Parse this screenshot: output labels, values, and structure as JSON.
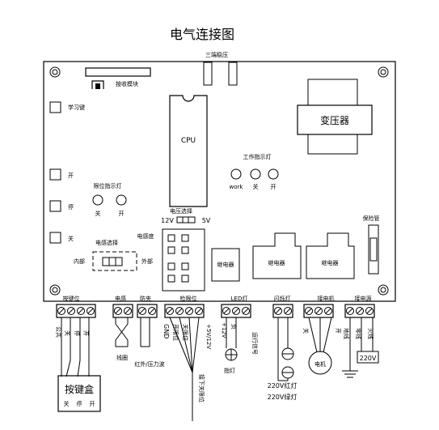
{
  "title": "电气连接图",
  "board": {
    "key_learning_module": "按收模块",
    "triac": "三端稳压",
    "transformer": "变压器",
    "cpu": "CPU",
    "learn_key": "学习键",
    "key_open": "开",
    "key_stop": "停",
    "key_close": "关",
    "limit_indicator": "限位指示灯",
    "limit_close": "关",
    "limit_open": "开",
    "work_indicator": "工作指示灯",
    "work_work": "work",
    "work_close": "关",
    "work_open": "开",
    "voltage_select": "电压选择",
    "v12": "12V",
    "v5": "5V",
    "inductance_select": "电感选择",
    "inductance_degree": "电感度",
    "inner": "内部",
    "outer": "外部",
    "relay_1": "继电器",
    "relay_2": "继电器",
    "relay_3": "继电器",
    "fuse": "保险管"
  },
  "terminals": {
    "keypad": "按键位",
    "inductor": "电感",
    "antipinch": "防夹",
    "limit": "检限位",
    "led": "LED灯",
    "flash": "闪烁灯",
    "motor": "接电机",
    "power": "接电源"
  },
  "labels": {
    "common": "公共",
    "close": "关",
    "stop": "停",
    "open": "开",
    "coil": "线圈",
    "ir_pressure": "红外/压力波",
    "gnd": "GND",
    "open_limit": "开限位",
    "close_limit": "关限位",
    "plus5v12v": "+5V/12V",
    "plus12v": "+12V",
    "minus": "负",
    "run_signal": "运行信号",
    "lamp": "指灯",
    "motor_close": "关",
    "motor_open": "开",
    "motor": "电机",
    "ground": "地线",
    "neutral": "零线",
    "live": "火线",
    "v220": "220V",
    "red_lamp": "220V红灯",
    "green_lamp": "220V绿灯",
    "limit_contact": "接下关限位"
  },
  "keypad_box": {
    "title": "按键盒",
    "close": "关",
    "stop": "停",
    "open": "开"
  }
}
